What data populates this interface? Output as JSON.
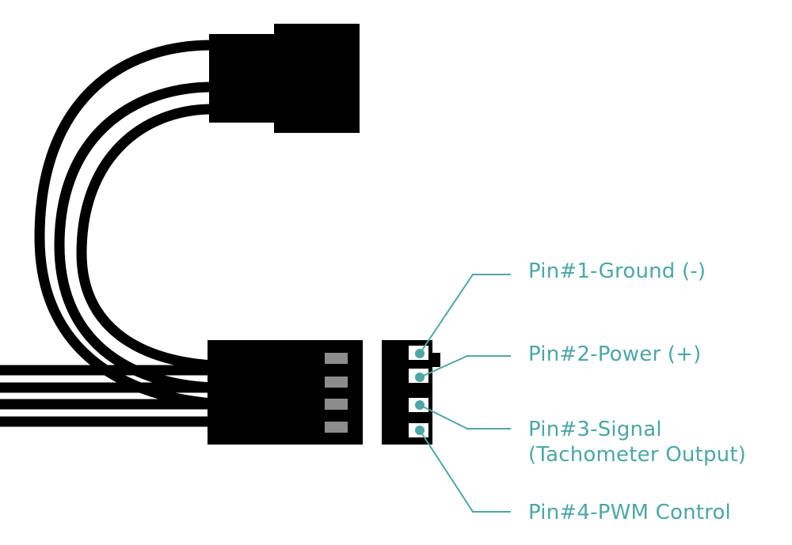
{
  "colors": {
    "cable": "#000000",
    "connector": "#000000",
    "background": "#ffffff",
    "pin_slot": "#8c8c8c",
    "pin_socket": "#ffffff",
    "accent": "#4ea6a6"
  },
  "pins": [
    {
      "label": "Pin#1-Ground (-)"
    },
    {
      "label": "Pin#2-Power (+)"
    },
    {
      "label": "Pin#3-Signal",
      "label_line2": "(Tachometer Output)"
    },
    {
      "label": "Pin#4-PWM Control"
    }
  ]
}
